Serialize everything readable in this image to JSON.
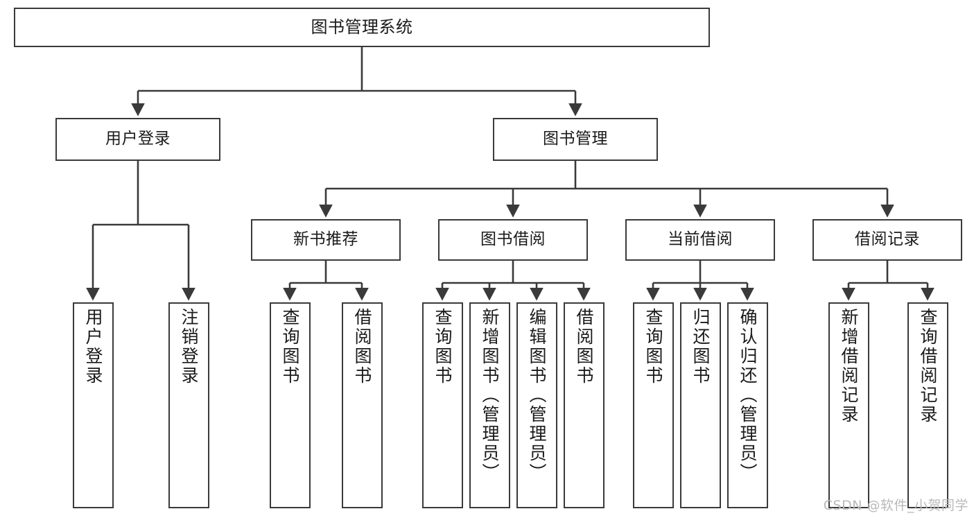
{
  "diagram": {
    "title": "图书管理系统",
    "type": "function-structure-tree",
    "stroke_color": "#3a3a3a",
    "text_color": "#1a1a1a",
    "background_color": "#ffffff"
  },
  "root": {
    "label": "图书管理系统"
  },
  "level2": [
    {
      "label": "用户登录"
    },
    {
      "label": "图书管理"
    }
  ],
  "level3": [
    {
      "label": "新书推荐"
    },
    {
      "label": "图书借阅"
    },
    {
      "label": "当前借阅"
    },
    {
      "label": "借阅记录"
    }
  ],
  "leaves": {
    "user_login": [
      {
        "label": "用户登录"
      },
      {
        "label": "注销登录"
      }
    ],
    "new_book_recommend": [
      {
        "label": "查询图书"
      },
      {
        "label": "借阅图书"
      }
    ],
    "book_borrow": [
      {
        "label": "查询图书"
      },
      {
        "label": "新增图书（管理员）"
      },
      {
        "label": "编辑图书（管理员）"
      },
      {
        "label": "借阅图书"
      }
    ],
    "current_borrow": [
      {
        "label": "查询图书"
      },
      {
        "label": "归还图书"
      },
      {
        "label": "确认归还（管理员）"
      }
    ],
    "borrow_record": [
      {
        "label": "新增借阅记录"
      },
      {
        "label": "查询借阅记录"
      }
    ]
  },
  "watermark": {
    "text": "CSDN @软件_小贺同学",
    "color": "#b9b9b9"
  }
}
